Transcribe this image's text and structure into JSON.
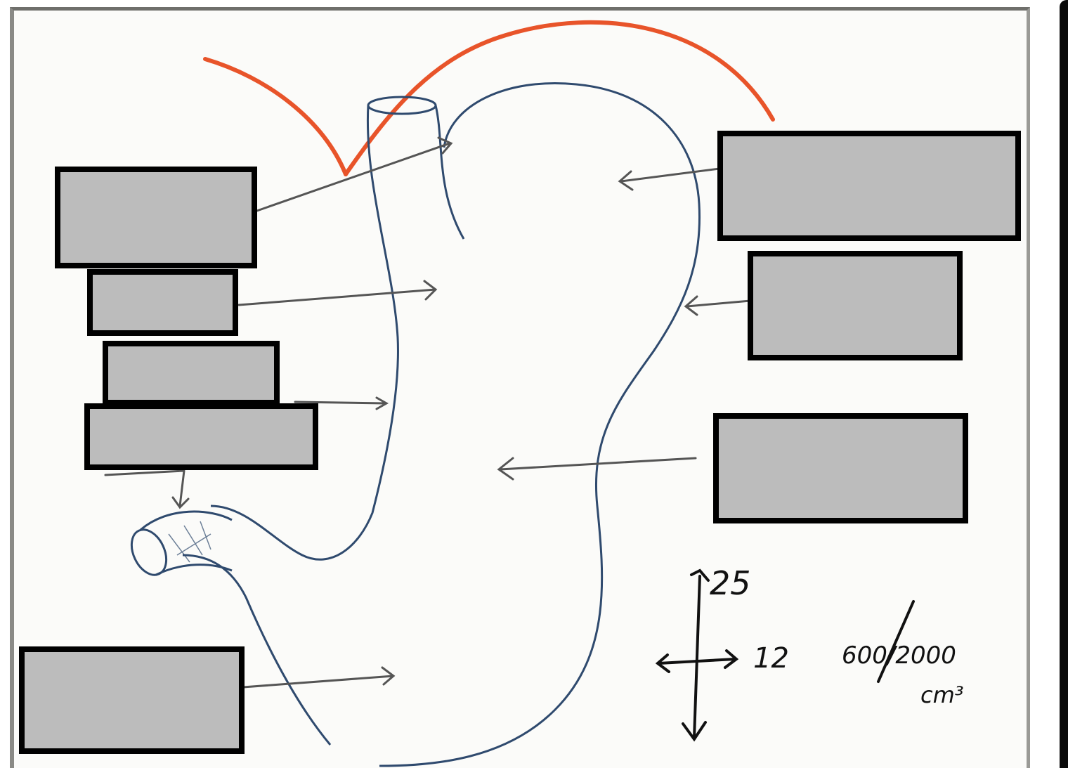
{
  "diagram": {
    "annotations": {
      "vertical_measure": "25",
      "horizontal_measure": "12",
      "capacity": "600/2000",
      "capacity_unit": "cm³"
    },
    "colors": {
      "paper": "#fbfbf9",
      "organ_outline": "#2f4a6e",
      "diaphragm": "#e8542a",
      "arrow": "#555555",
      "label_box_fill": "#bcbcbc",
      "label_box_border": "#000000"
    },
    "label_boxes": [
      {
        "id": "top-left",
        "text": ""
      },
      {
        "id": "left-2",
        "text": ""
      },
      {
        "id": "left-3",
        "text": ""
      },
      {
        "id": "left-4",
        "text": ""
      },
      {
        "id": "bottom-left",
        "text": ""
      },
      {
        "id": "top-right",
        "text": ""
      },
      {
        "id": "right-2",
        "text": ""
      },
      {
        "id": "right-3",
        "text": ""
      }
    ]
  }
}
